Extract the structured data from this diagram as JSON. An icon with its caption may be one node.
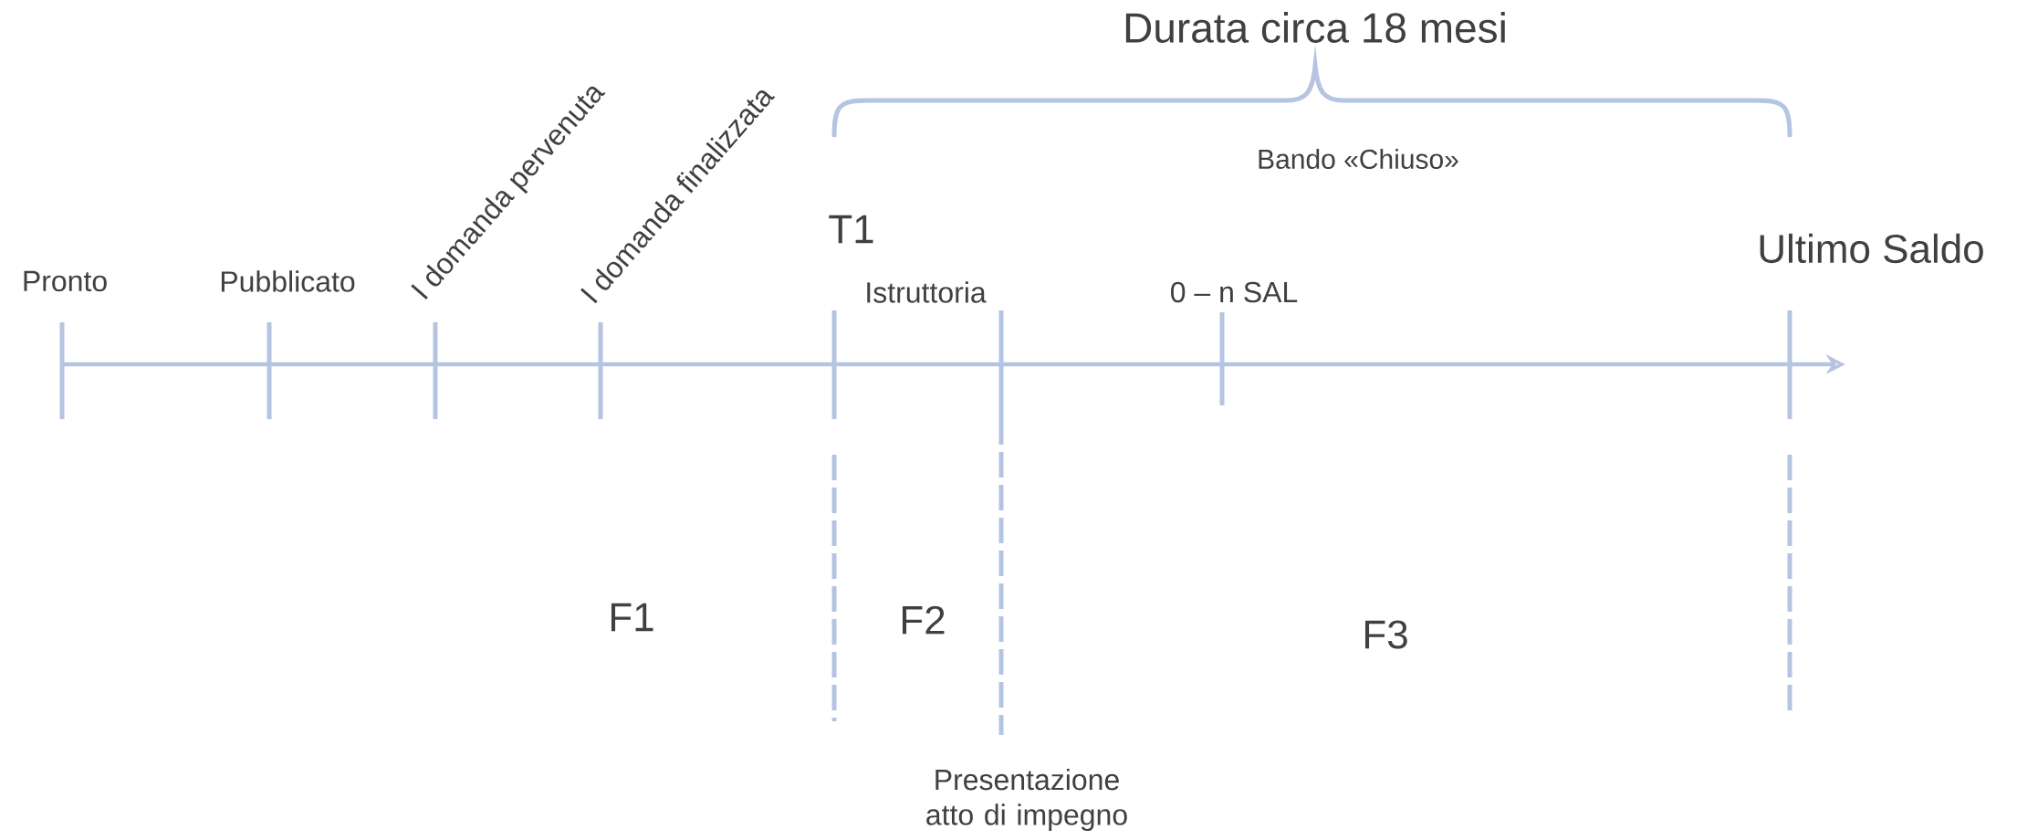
{
  "diagram": {
    "labels": [
      "Durata circa 18 mesi",
      "I domanda pervenuta",
      "I domanda finalizzata",
      "Bando «Chiuso»",
      "T1",
      "Ultimo Saldo",
      "Pronto",
      "Pubblicato",
      "Istruttoria",
      "0 – n SAL",
      "F1",
      "F2",
      "F3",
      "Presentazione atto di impegno"
    ]
  }
}
